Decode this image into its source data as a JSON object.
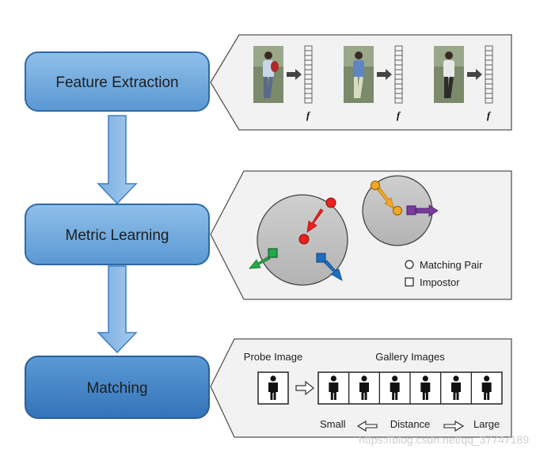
{
  "stages": [
    {
      "label": "Feature Extraction"
    },
    {
      "label": "Metric Learning"
    },
    {
      "label": "Matching"
    }
  ],
  "feature_panel": {
    "feature_label": "f",
    "pedestrian_count": 3
  },
  "metric_panel": {
    "legend": [
      {
        "label": "Matching Pair",
        "marker": "circle"
      },
      {
        "label": "Impostor",
        "marker": "square"
      }
    ],
    "colors": {
      "positive": "#e8221c",
      "pair": "#f5a623",
      "impostor_blue": "#1a6fc4",
      "impostor_green": "#22a84a",
      "impostor_purple": "#7a3aa0"
    }
  },
  "matching_panel": {
    "probe_label": "Probe Image",
    "gallery_label": "Gallery Images",
    "gallery_count": 6,
    "distance_label": "Distance",
    "small_label": "Small",
    "large_label": "Large"
  },
  "watermark": "https://blog.csdn.net/qq_37747189",
  "colors": {
    "stage_fill_light": "#6aa5da",
    "stage_fill_dark": "#3f7fc1",
    "arrow_fill": "#8db9e4",
    "panel_fill": "#f2f2f2"
  }
}
